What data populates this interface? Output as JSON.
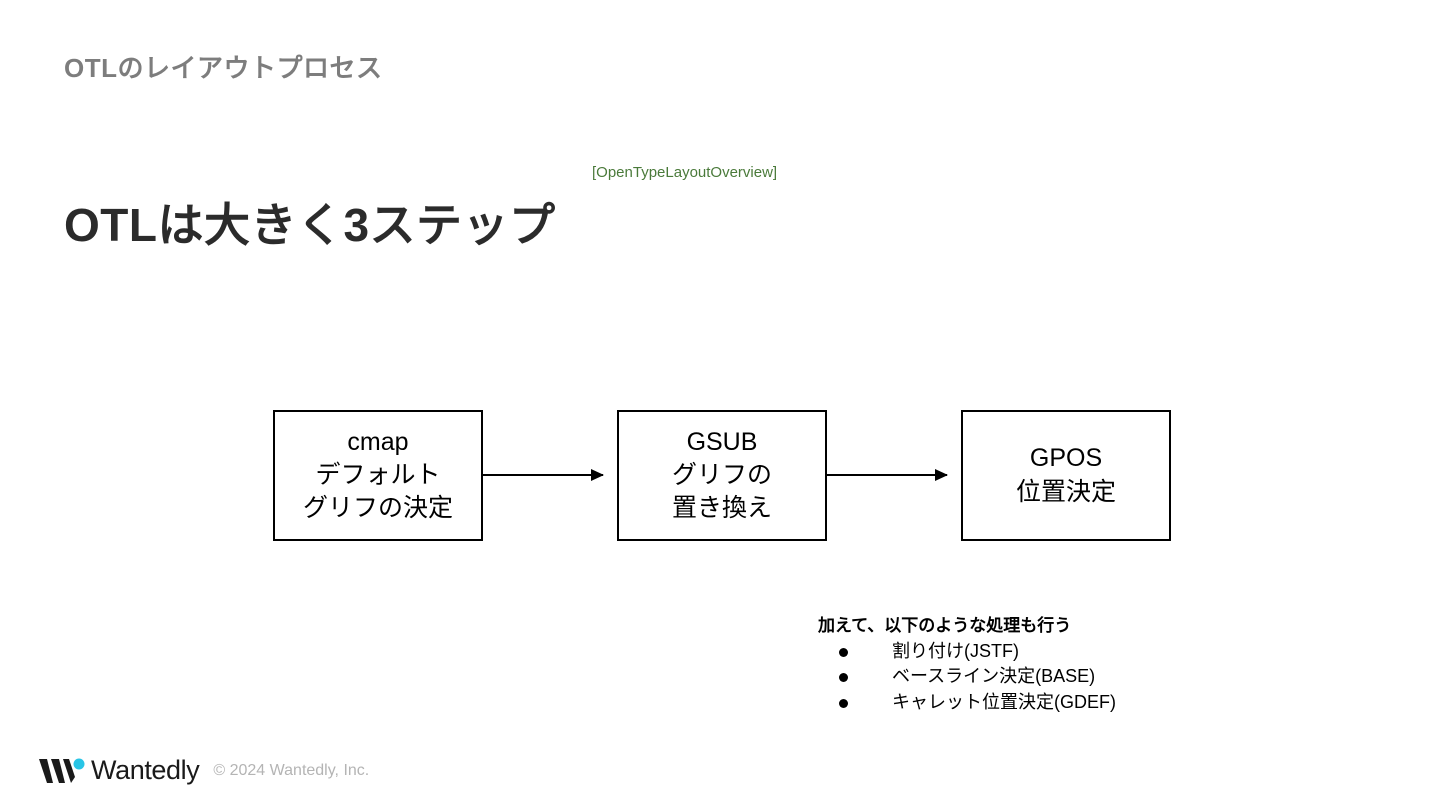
{
  "slide": {
    "header": "OTLのレイアウトプロセス",
    "title": "OTLは大きく3ステップ",
    "source_note": "[OpenTypeLayoutOverview]",
    "accent_green": "#4a7a3a",
    "header_gray": "#7d7d7d",
    "brand_cyan": "#29c5e6"
  },
  "flow": {
    "boxes": [
      {
        "id": "cmap",
        "lines": [
          "cmap",
          "デフォルト",
          "グリフの決定"
        ]
      },
      {
        "id": "gsub",
        "lines": [
          "GSUB",
          "グリフの",
          "置き換え"
        ]
      },
      {
        "id": "gpos",
        "lines": [
          "GPOS",
          "位置決定"
        ]
      }
    ],
    "connector_icon": "arrow-right-icon"
  },
  "notes": {
    "heading": "加えて、以下のような処理も行う",
    "items": [
      "割り付け(JSTF)",
      "ベースライン決定(BASE)",
      "キャレット位置決定(GDEF)"
    ]
  },
  "footer": {
    "brand": "Wantedly",
    "copyright": "© 2024 Wantedly, Inc."
  }
}
